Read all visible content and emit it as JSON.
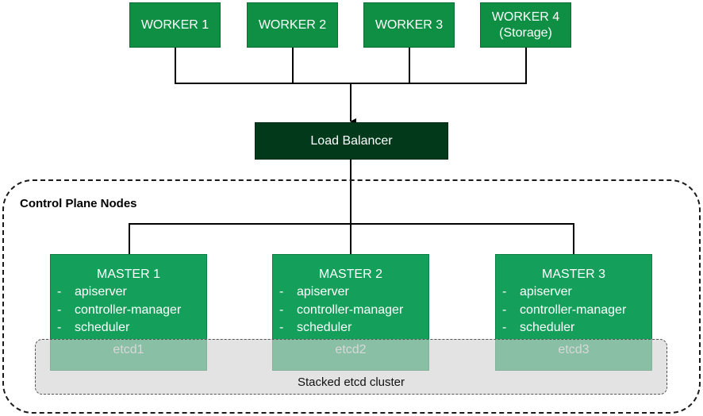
{
  "workers": [
    "WORKER 1",
    "WORKER 2",
    "WORKER 3",
    "WORKER 4",
    "(Storage)"
  ],
  "load_balancer": "Load Balancer",
  "control_plane_label": "Control Plane Nodes",
  "masters": [
    {
      "title": "MASTER 1",
      "components": [
        "apiserver",
        "controller-manager",
        "scheduler"
      ],
      "etcd": "etcd1"
    },
    {
      "title": "MASTER 2",
      "components": [
        "apiserver",
        "controller-manager",
        "scheduler"
      ],
      "etcd": "etcd2"
    },
    {
      "title": "MASTER 3",
      "components": [
        "apiserver",
        "controller-manager",
        "scheduler"
      ],
      "etcd": "etcd3"
    }
  ],
  "dash": "-",
  "etcd_cluster_label": "Stacked etcd cluster",
  "colors": {
    "worker": "#0f8f44",
    "load_balancer": "#02391a",
    "master": "#14a05a",
    "etcd_band": "#d2d2d2"
  }
}
